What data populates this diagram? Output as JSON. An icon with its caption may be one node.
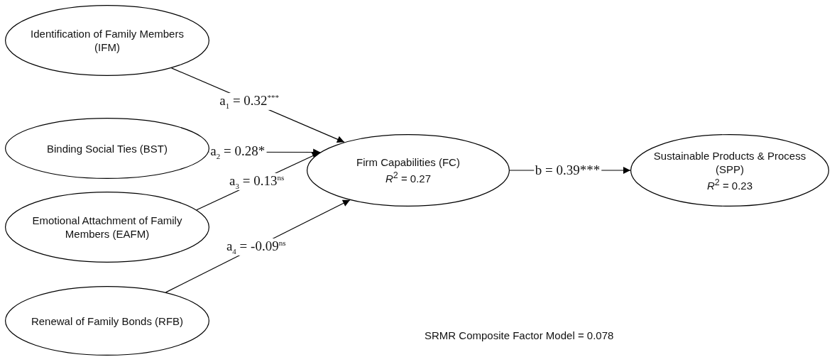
{
  "diagram": {
    "nodes": [
      {
        "text": [
          "Identification of Family Members (IFM)"
        ]
      },
      {
        "text": [
          "Binding Social Ties (BST)"
        ]
      },
      {
        "text": [
          "Emotional Attachment of Family Members (EAFM)"
        ]
      },
      {
        "text": [
          "Renewal of Family Bonds (RFB)"
        ]
      },
      {
        "text": [
          "Firm Capabilities (FC)",
          "*R*$^{2}$ = 0.27"
        ]
      },
      {
        "text": [
          "Sustainable Products & Process (SPP)",
          "*R*$^{2}$ = 0.23"
        ]
      }
    ],
    "edges": [
      {
        "from": 0,
        "to": 4,
        "arrow": "to",
        "label": "a$_{1}$ = 0.32$^{***}$"
      },
      {
        "from": 1,
        "to": 4,
        "arrow": "to",
        "label": "a$_{2}$ = 0.28*"
      },
      {
        "from": 2,
        "to": 4,
        "arrow": "to",
        "label": "a$_{3}$ = 0.13$^{ns}$"
      },
      {
        "from": 3,
        "to": 4,
        "arrow": "to",
        "label": "a$_{4}$ = -0.09$^{ns}$"
      },
      {
        "from": 4,
        "to": 5,
        "arrow": "to",
        "label": "b = 0.39***"
      }
    ],
    "labels": [
      "SRMR Composite Factor Model = 0.078"
    ]
  }
}
